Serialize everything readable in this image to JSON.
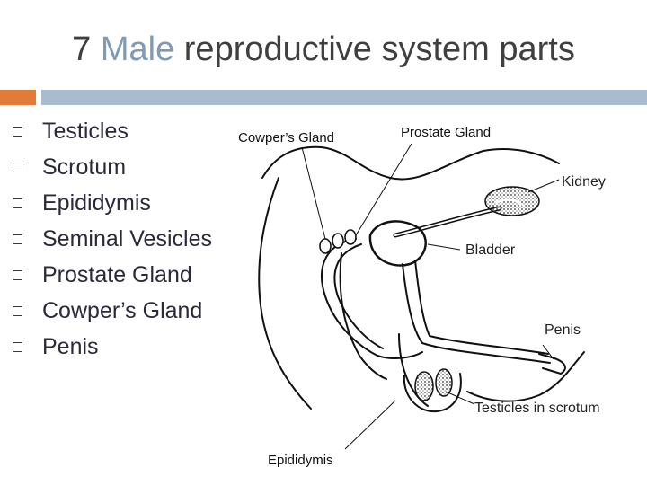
{
  "title": {
    "number": "7",
    "accent": "Male",
    "rest": "reproductive system parts"
  },
  "bullets": [
    "Testicles",
    "Scrotum",
    "Epididymis",
    "Seminal Vesicles",
    "Prostate Gland",
    "Cowper’s Gland",
    "Penis"
  ],
  "labels": {
    "cowpers": "Cowper’s Gland",
    "prostate": "Prostate Gland",
    "kidney": "Kidney",
    "bladder": "Bladder",
    "penis": "Penis",
    "testicles": "Testicles in scrotum",
    "epididymis": "Epididymis"
  },
  "colors": {
    "accent": "#7f9bb3",
    "bar_orange": "#e07b39",
    "bar_blue": "#a8bccf"
  }
}
